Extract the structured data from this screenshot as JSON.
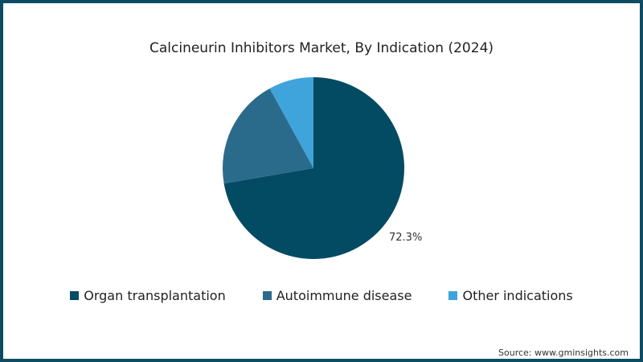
{
  "chart_data": {
    "type": "pie",
    "title": "Calcineurin Inhibitors Market, By Indication (2024)",
    "categories": [
      "Organ transplantation",
      "Autoimmune disease",
      "Other indications"
    ],
    "values": [
      72.3,
      19.7,
      8.0
    ],
    "colors": [
      "#034b62",
      "#2a6b8c",
      "#3fa3dc"
    ],
    "data_labels": [
      "72.3%",
      "",
      ""
    ],
    "legend_position": "bottom",
    "start_angle": "12 o'clock, clockwise"
  },
  "title": "Calcineurin Inhibitors Market, By Indication (2024)",
  "slice_label": "72.3%",
  "legend": [
    {
      "label": "Organ transplantation",
      "color": "#034b62"
    },
    {
      "label": "Autoimmune disease",
      "color": "#2a6b8c"
    },
    {
      "label": "Other indications",
      "color": "#3fa3dc"
    }
  ],
  "source": "Source: www.gminsights.com"
}
